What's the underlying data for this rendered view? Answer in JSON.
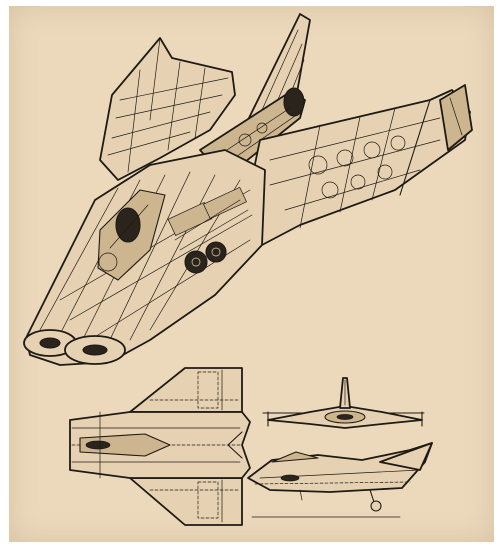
{
  "illustration": {
    "main_view": "cutaway-perspective",
    "auxiliary_views": [
      "plan-view",
      "front-view",
      "side-view"
    ],
    "colors": {
      "paper": "#ecd9bc",
      "ink": "#1e1a14",
      "shade": "#cdb58f"
    }
  }
}
